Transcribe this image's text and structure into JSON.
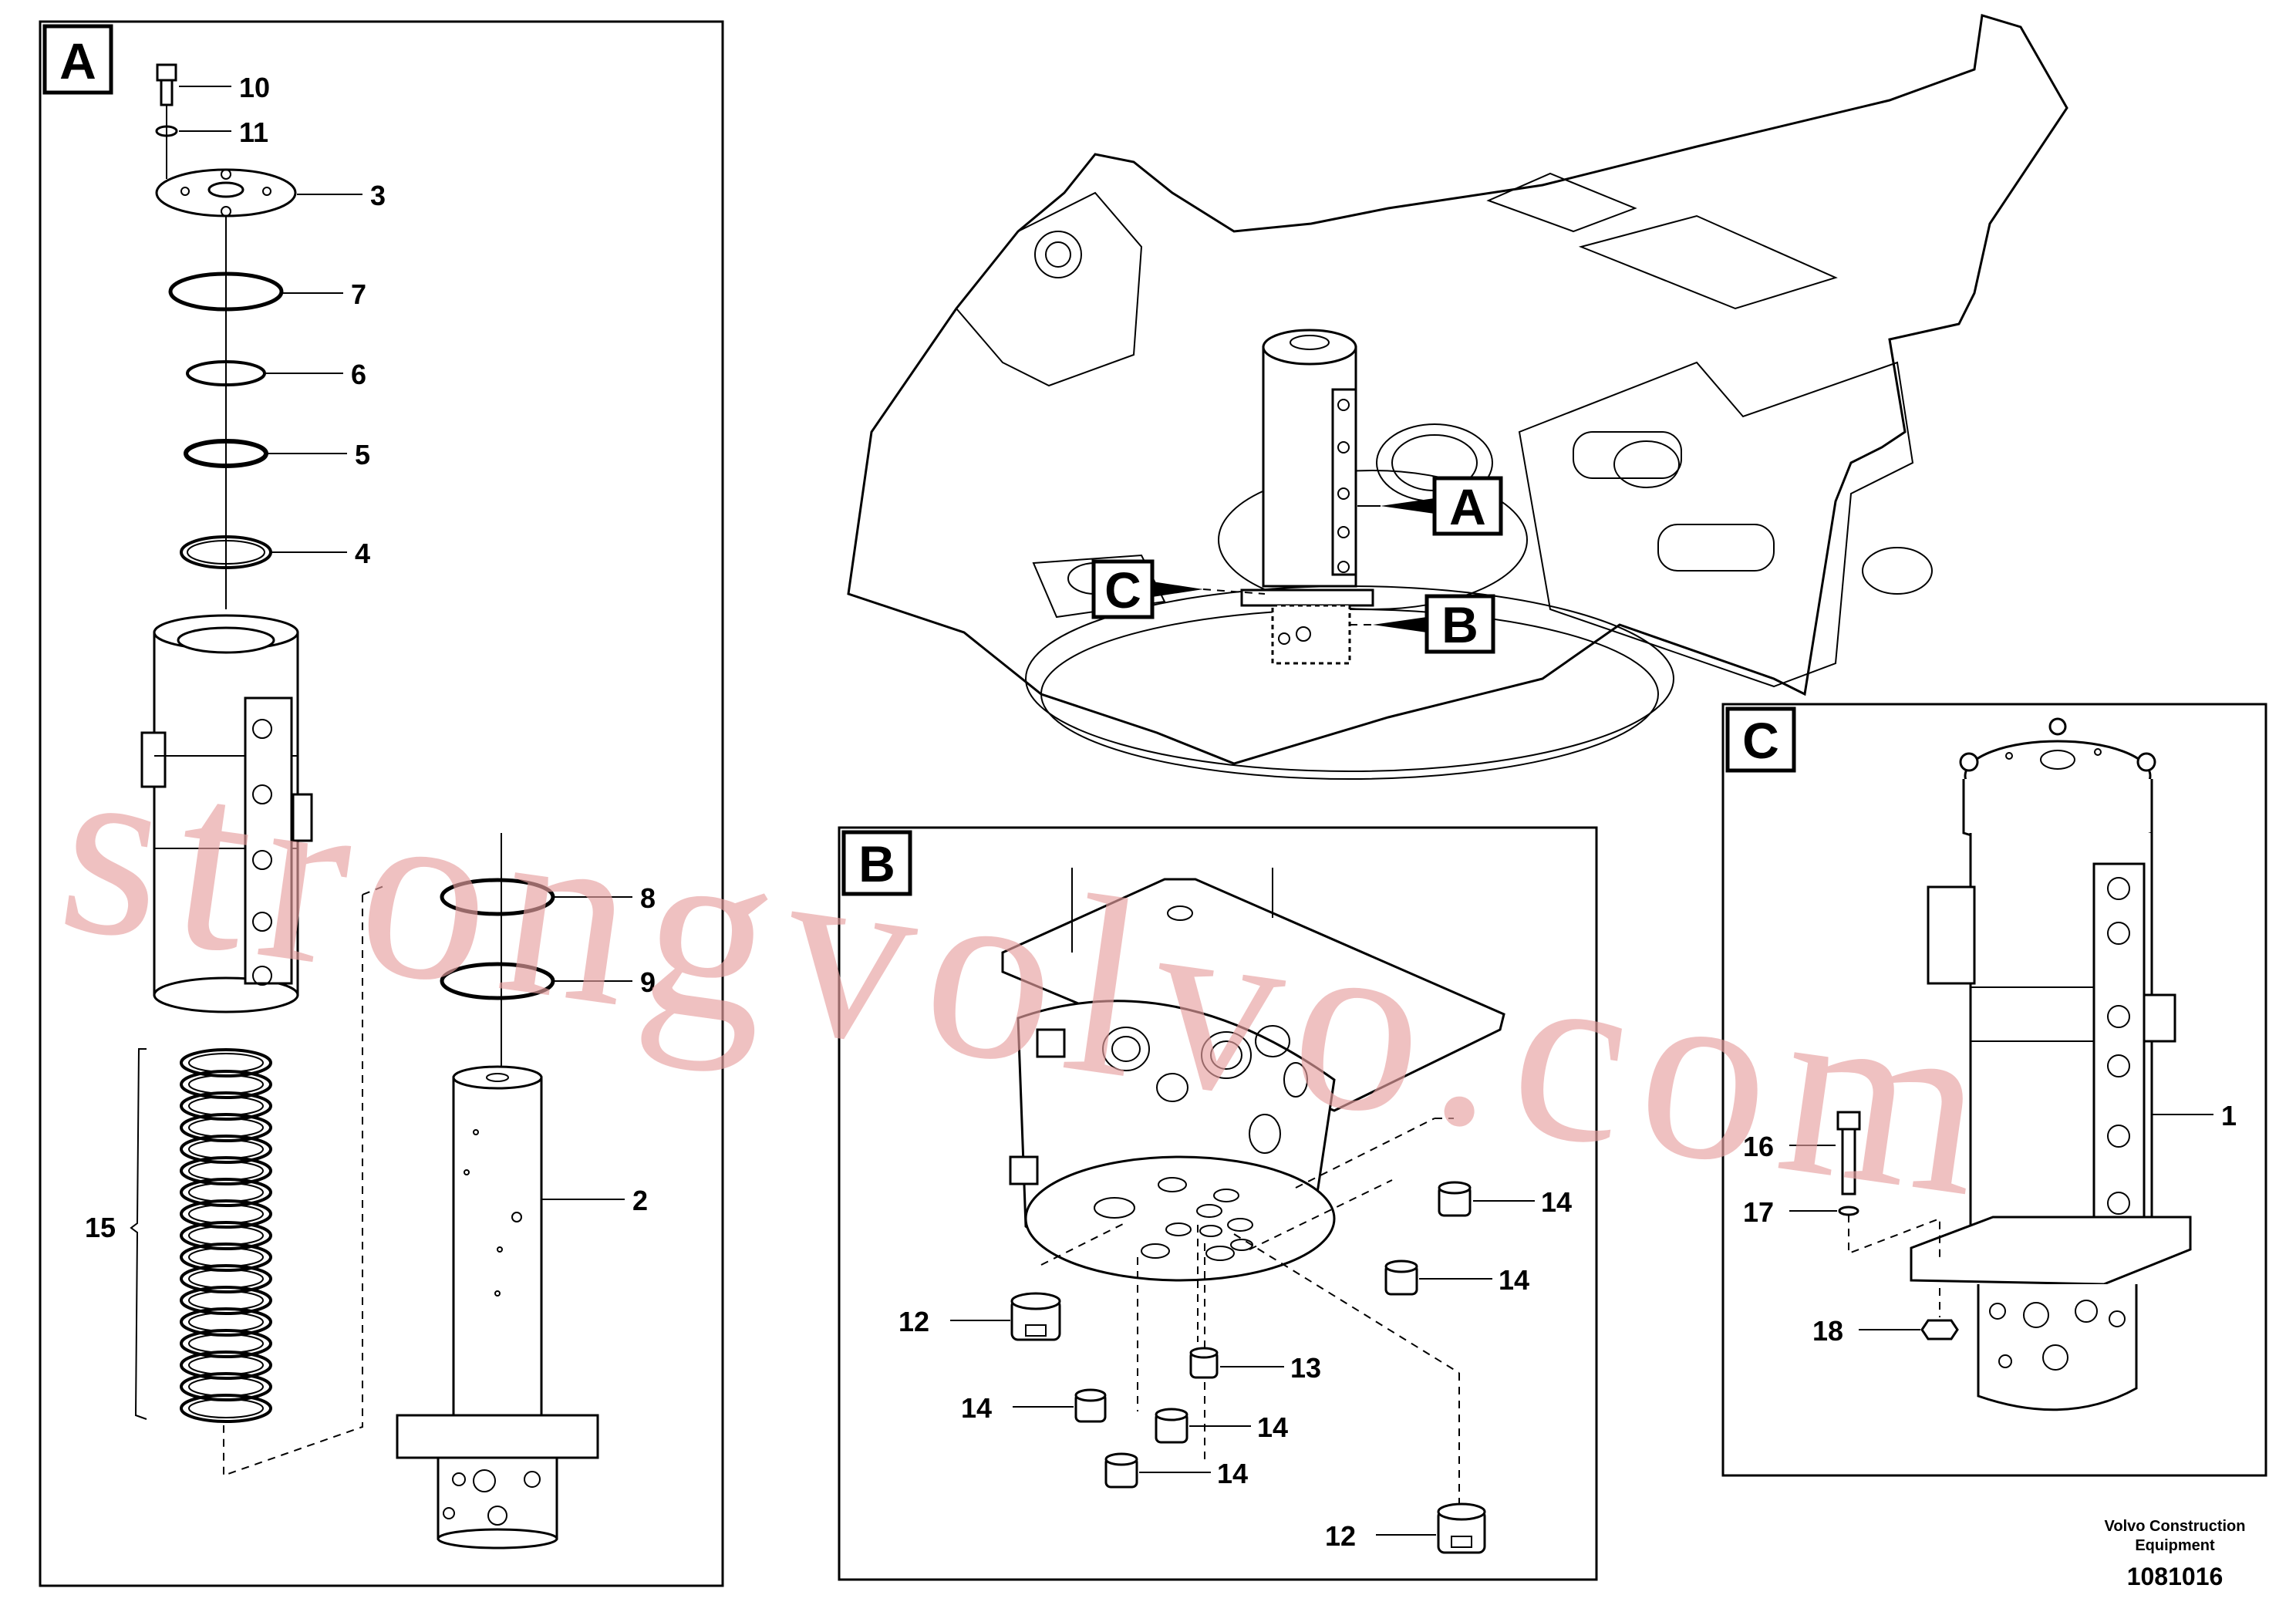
{
  "panels": {
    "A": {
      "label": "A"
    },
    "B": {
      "label": "B"
    },
    "C": {
      "label": "C"
    }
  },
  "overview": {
    "view_A": "A",
    "view_B": "B",
    "view_C": "C"
  },
  "callouts": {
    "a10": "10",
    "a11": "11",
    "a3": "3",
    "a7": "7",
    "a6": "6",
    "a5": "5",
    "a4": "4",
    "a8": "8",
    "a9": "9",
    "a15": "15",
    "a2": "2",
    "b14_1": "14",
    "b14_2": "14",
    "b12_1": "12",
    "b13": "13",
    "b14_3": "14",
    "b14_4": "14",
    "b14_5": "14",
    "b12_2": "12",
    "c1": "1",
    "c16": "16",
    "c17": "17",
    "c18": "18"
  },
  "watermark": "strongvolvo.com",
  "footer": {
    "brand_line1": "Volvo Construction",
    "brand_line2": "Equipment",
    "drawing_number": "1081016"
  }
}
